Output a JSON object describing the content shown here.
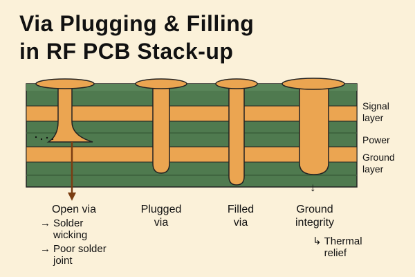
{
  "title": {
    "line1": "Via Plugging & Filling",
    "line2": "in RF PCB Stack-up"
  },
  "colors": {
    "background": "#fbf1d9",
    "green_layer": "#4f7a4f",
    "copper_layer": "#eba551",
    "via_copper": "#eba551",
    "arrow": "#7a3d12",
    "outline": "#222222"
  },
  "layer_labels": {
    "signal": "Signal\nlayer",
    "power": "Power",
    "ground": "Ground\nlayer"
  },
  "vias": [
    {
      "id": "open",
      "caption": "Open via"
    },
    {
      "id": "plugged",
      "caption": "Plugged\nvia"
    },
    {
      "id": "filled",
      "caption": "Filled\nvia"
    },
    {
      "id": "ground",
      "caption": "Ground\nintegrity"
    }
  ],
  "notes": {
    "arrow_glyph": "→",
    "solder_wicking": "Solder\nwicking",
    "poor_solder_joint": "Poor solder\njoint",
    "thermal_glyph": "↳",
    "thermal_relief": "Thermal\nrelief",
    "ground_arrow": "↓"
  }
}
